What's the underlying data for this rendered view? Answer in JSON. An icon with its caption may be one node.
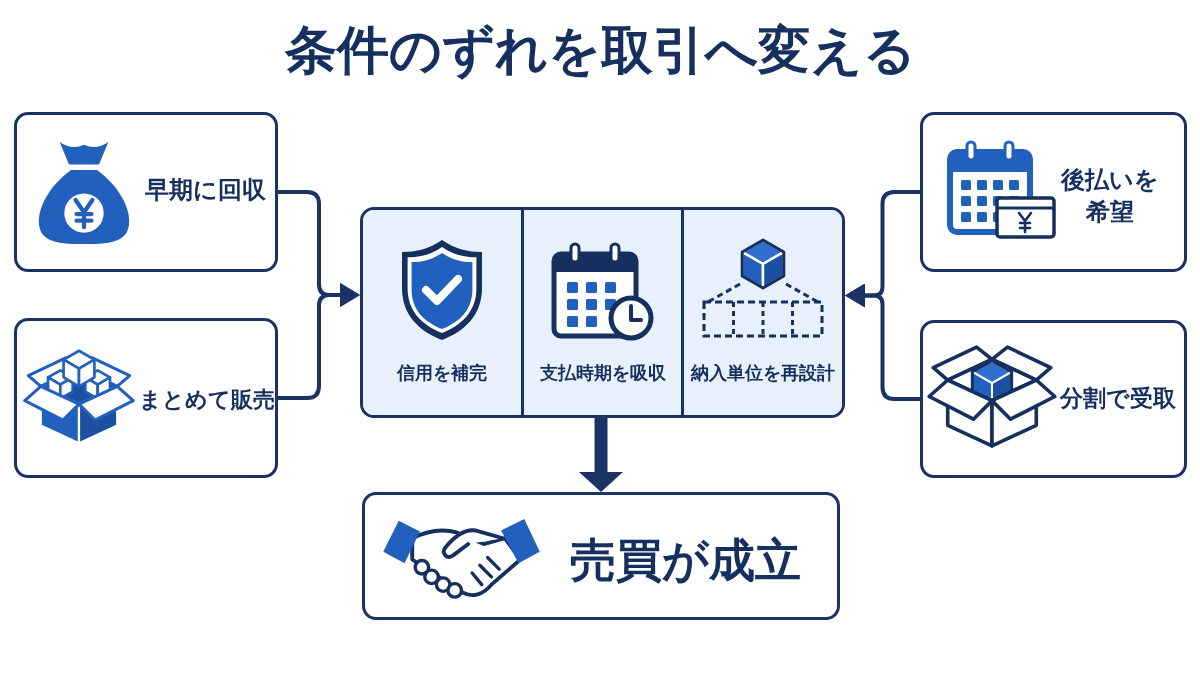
{
  "diagram": {
    "title": "条件のずれを取引へ変える",
    "nodes": [
      {
        "text": [
          "早期に回収"
        ]
      },
      {
        "text": [
          "まとめて販売"
        ]
      },
      {
        "text": [],
        "shape": "box"
      },
      {
        "text": [
          "信用を補完"
        ],
        "in": 2
      },
      {
        "text": [
          "支払時期を吸収"
        ],
        "in": 2
      },
      {
        "text": [
          "納入単位を再設計"
        ],
        "in": 2
      },
      {
        "text": [
          "後払いを希望"
        ]
      },
      {
        "text": [
          "分割で受取"
        ]
      },
      {
        "text": [
          "売買が成立"
        ]
      }
    ],
    "edges": [
      {
        "from": 0,
        "to": 2,
        "arrow": "to"
      },
      {
        "from": 1,
        "to": 2,
        "arrow": "to"
      },
      {
        "from": 6,
        "to": 2,
        "arrow": "to"
      },
      {
        "from": 7,
        "to": 2,
        "arrow": "to"
      },
      {
        "from": 2,
        "to": 8,
        "arrow": "to",
        "style": "thick"
      }
    ]
  }
}
